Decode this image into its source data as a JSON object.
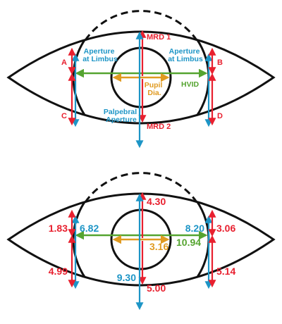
{
  "colors": {
    "outline": "#111111",
    "red": "#e8202f",
    "blue": "#1d95c6",
    "green": "#55a430",
    "orange": "#e09a20"
  },
  "top_diagram": {
    "labels": {
      "mrd1": "MRD 1",
      "mrd2": "MRD 2",
      "a": "A",
      "b": "B",
      "c": "C",
      "d": "D",
      "aperture_limbus_left_line1": "Aperture",
      "aperture_limbus_left_line2": "at Limbus",
      "aperture_limbus_right_line1": "Aperture",
      "aperture_limbus_right_line2": "at Limbus",
      "pupil_line1": "Pupil",
      "pupil_line2": "Dia.",
      "hvid": "HVID",
      "palpebral_line1": "Palpebral",
      "palpebral_line2": "Aperture"
    }
  },
  "bottom_diagram": {
    "values": {
      "mrd1": "4.30",
      "mrd2": "5.00",
      "left_upper": "1.83",
      "left_lower": "4.99",
      "right_upper": "3.06",
      "right_lower": "5.14",
      "aperture_limbus_left": "6.82",
      "aperture_limbus_right": "8.20",
      "pupil_diameter": "3.16",
      "hvid": "10.94",
      "palpebral_aperture": "9.30"
    }
  }
}
